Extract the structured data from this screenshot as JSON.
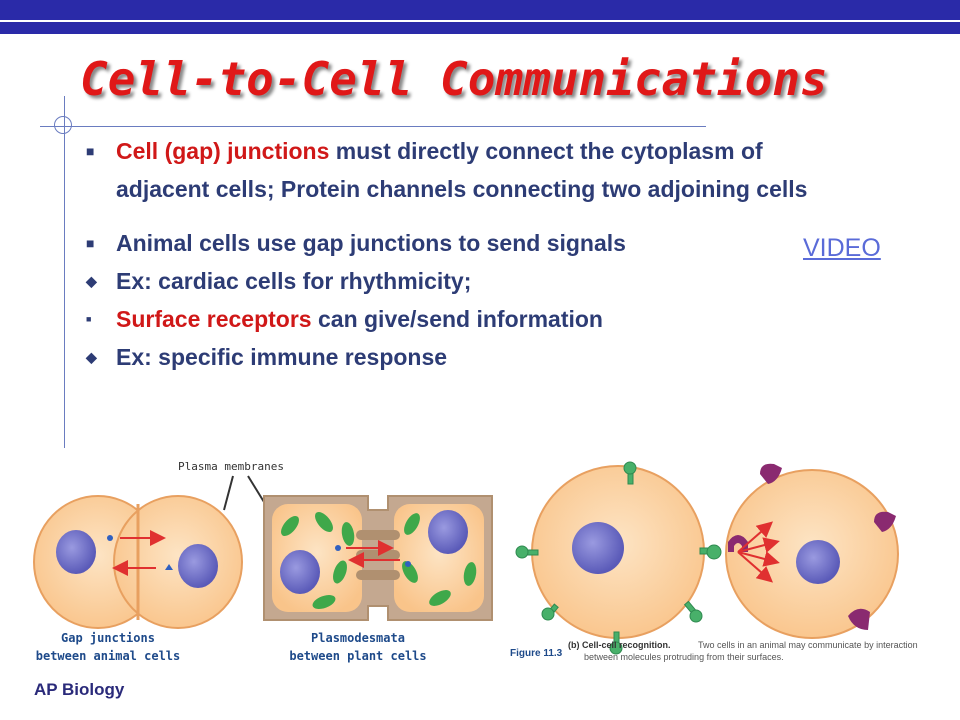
{
  "slide": {
    "title": "Cell-to-Cell Communications",
    "video_link": "VIDEO",
    "footer": "AP Biology"
  },
  "bullets": [
    {
      "marker": "square",
      "highlight": "Cell (gap) junctions",
      "text": " must directly connect the cytoplasm of adjacent cells; Protein channels connecting two adjoining cells"
    },
    {
      "marker": "square",
      "highlight": "",
      "text": "Animal cells use gap junctions to send signals"
    },
    {
      "marker": "diamond",
      "highlight": "",
      "text": "Ex: cardiac cells for rhythmicity;"
    },
    {
      "marker": "small-square",
      "highlight": "Surface receptors",
      "text": " can give/send information"
    },
    {
      "marker": "diamond",
      "highlight": "",
      "text": "Ex: specific immune response"
    }
  ],
  "figure": {
    "label_membranes": "Plasma membranes",
    "label_gap_1": "Gap junctions",
    "label_gap_2": "between animal cells",
    "label_plasmo_1": "Plasmodesmata",
    "label_plasmo_2": "between plant cells",
    "figure_no": "Figure 11.3",
    "caption_bold": "(b) Cell-cell recognition.",
    "caption_1": "Two cells in an animal may communicate by interaction",
    "caption_2": "between molecules protruding from their surfaces."
  },
  "colors": {
    "title": "#e01818",
    "body_text": "#2d3c75",
    "highlight": "#d01818",
    "link": "#5a6bd8",
    "bar": "#2a2aa8"
  }
}
